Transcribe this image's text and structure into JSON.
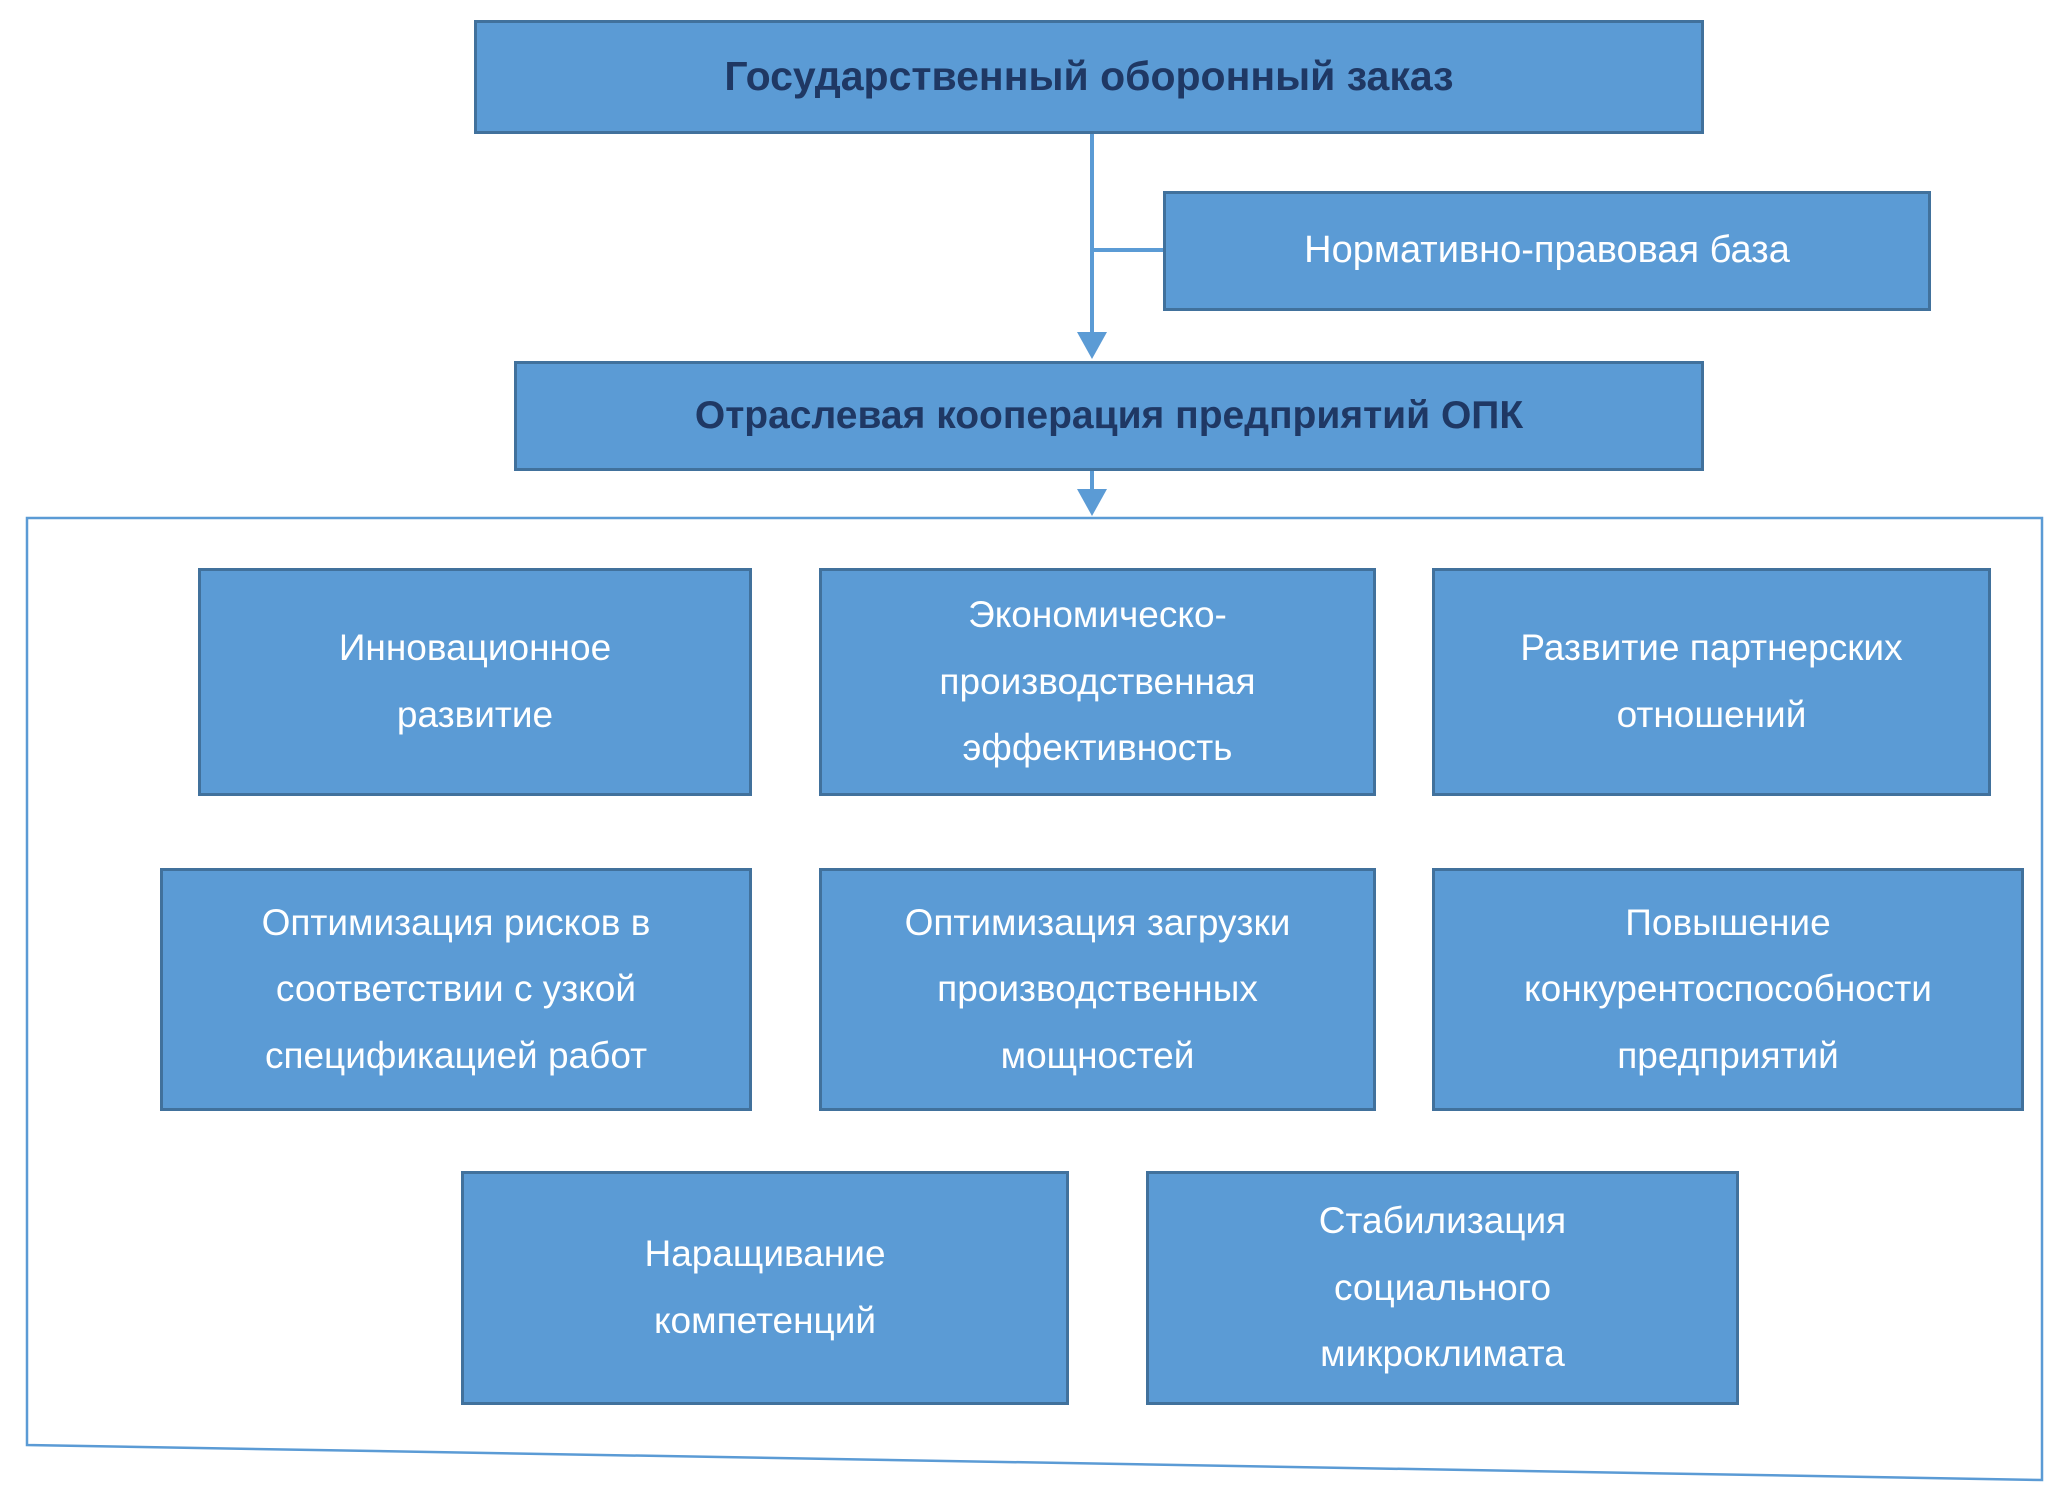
{
  "colors": {
    "background": "#ffffff",
    "box-fill": "#5b9bd5",
    "box-border": "#41719c",
    "title-text": "#1f3864",
    "body-text": "#ffffff",
    "connector": "#5b9bd5",
    "container-border": "#5b9bd5"
  },
  "diagram": {
    "top_box": {
      "label": "Государственный оборонный заказ"
    },
    "side_box": {
      "label": "Нормативно-правовая база"
    },
    "middle_box": {
      "label": "Отраслевая кооперация предприятий ОПК"
    },
    "benefits": [
      {
        "label": "Инновационное\nразвитие"
      },
      {
        "label": "Экономическо-\nпроизводственная\nэффективность"
      },
      {
        "label": "Развитие партнерских\nотношений"
      },
      {
        "label": "Оптимизация рисков в\nсоответствии с узкой\nспецификацией работ"
      },
      {
        "label": "Оптимизация загрузки\nпроизводственных\nмощностей"
      },
      {
        "label": "Повышение\nконкурентоспособности\nпредприятий"
      },
      {
        "label": "Наращивание\nкомпетенций"
      },
      {
        "label": "Стабилизация\nсоциального\nмикроклимата"
      }
    ]
  }
}
